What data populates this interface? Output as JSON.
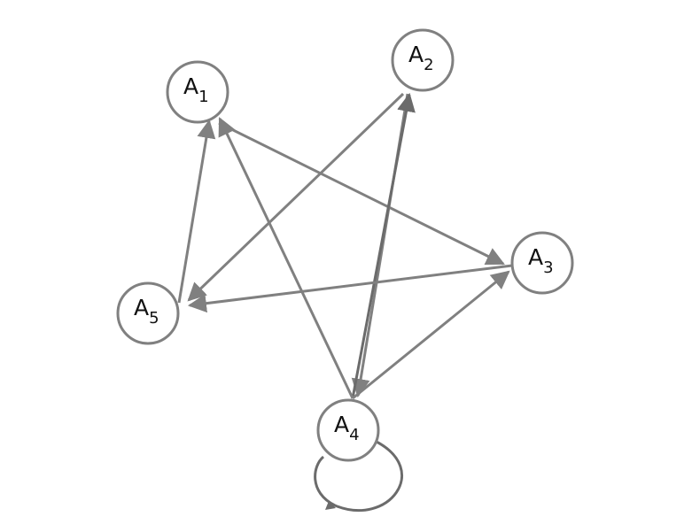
{
  "diagram": {
    "type": "directed-graph",
    "colors": {
      "edge": "#808080",
      "edge_dark": "#6b6b6b",
      "node_stroke": "#808080",
      "node_fill": "#ffffff",
      "text": "#111111"
    },
    "nodes": [
      {
        "id": "A1",
        "base": "A",
        "sub": "1"
      },
      {
        "id": "A2",
        "base": "A",
        "sub": "2"
      },
      {
        "id": "A3",
        "base": "A",
        "sub": "3"
      },
      {
        "id": "A4",
        "base": "A",
        "sub": "4"
      },
      {
        "id": "A5",
        "base": "A",
        "sub": "5"
      }
    ],
    "edges": [
      {
        "from": "A1",
        "to": "A3"
      },
      {
        "from": "A2",
        "to": "A5"
      },
      {
        "from": "A2",
        "to": "A4"
      },
      {
        "from": "A4",
        "to": "A2"
      },
      {
        "from": "A3",
        "to": "A5"
      },
      {
        "from": "A4",
        "to": "A3"
      },
      {
        "from": "A4",
        "to": "A1"
      },
      {
        "from": "A5",
        "to": "A1"
      },
      {
        "from": "A4",
        "to": "A4"
      }
    ]
  }
}
